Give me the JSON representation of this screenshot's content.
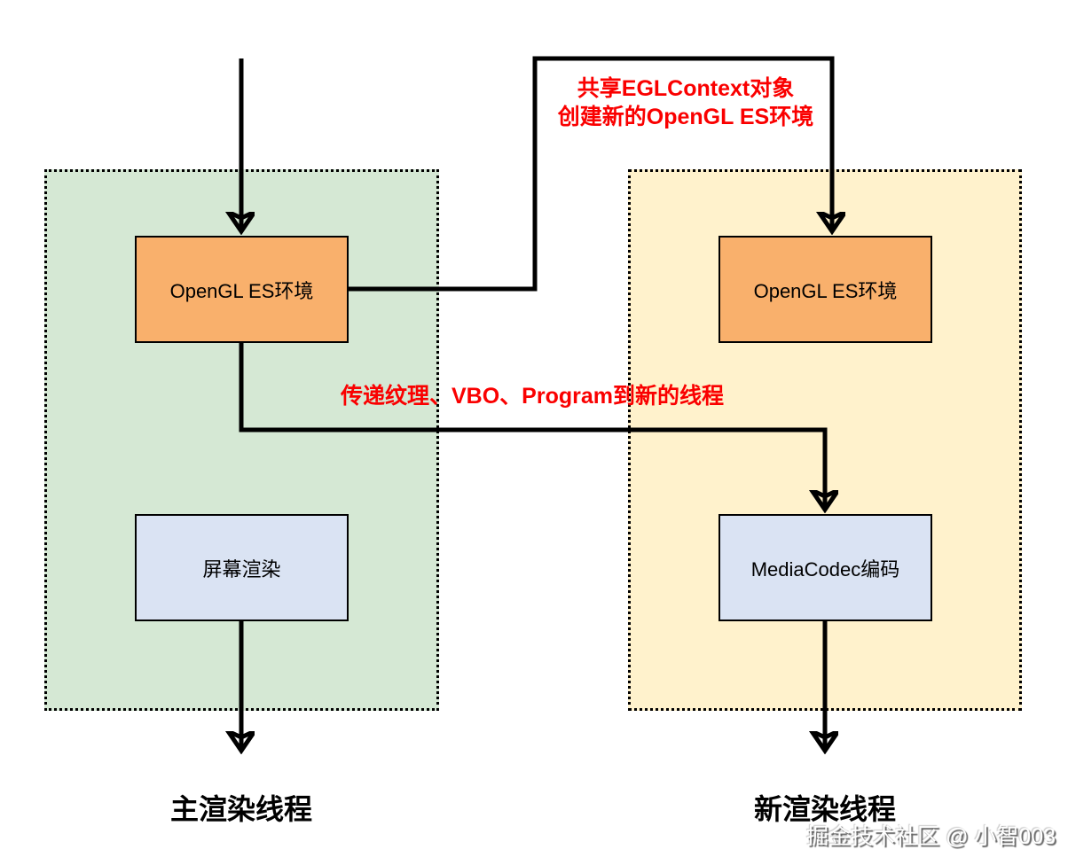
{
  "diagram": {
    "main_thread": {
      "label": "主渲染线程",
      "opengl_box": "OpenGL ES环境",
      "screen_box": "屏幕渲染"
    },
    "new_thread": {
      "label": "新渲染线程",
      "opengl_box": "OpenGL ES环境",
      "codec_box": "MediaCodec编码"
    },
    "annotations": {
      "share_context_line1": "共享EGLContext对象",
      "share_context_line2": "创建新的OpenGL ES环境",
      "pass_resources": "传递纹理、VBO、Program到新的线程"
    },
    "watermark": "掘金技术社区 @ 小智003",
    "colors": {
      "container_main_bg": "#d5e8d4",
      "container_new_bg": "#fff2cc",
      "box_opengl_bg": "#f9b06c",
      "box_task_bg": "#dae3f3",
      "annotation_red": "#fa0000",
      "stroke": "#000000"
    }
  }
}
